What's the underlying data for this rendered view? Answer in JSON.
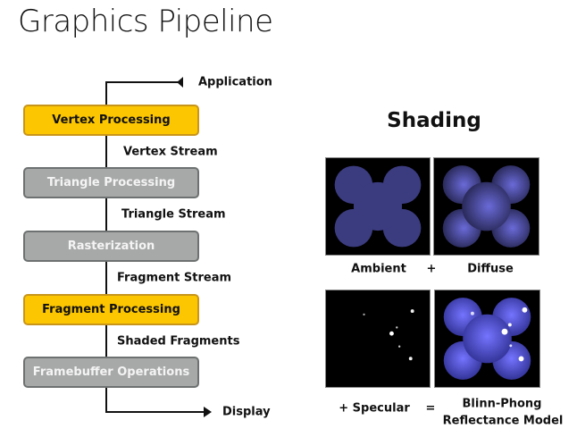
{
  "title": "Graphics Pipeline",
  "pipeline": {
    "input": "Application",
    "output": "Display",
    "stages": [
      {
        "label": "Vertex Processing",
        "color": "#fcc600"
      },
      {
        "label": "Triangle Processing",
        "color": "#a7a9a8"
      },
      {
        "label": "Rasterization",
        "color": "#a7a9a8"
      },
      {
        "label": "Fragment Processing",
        "color": "#fcc600"
      },
      {
        "label": "Framebuffer Operations",
        "color": "#a7a9a8"
      }
    ],
    "streams": [
      "Vertex Stream",
      "Triangle Stream",
      "Fragment Stream",
      "Shaded Fragments"
    ]
  },
  "shading": {
    "heading": "Shading",
    "ambient": "Ambient",
    "plus": "+",
    "diffuse": "Diffuse",
    "specular": "+ Specular",
    "equals": "=",
    "result_line1": "Blinn-Phong",
    "result_line2": "Reflectance Model"
  }
}
